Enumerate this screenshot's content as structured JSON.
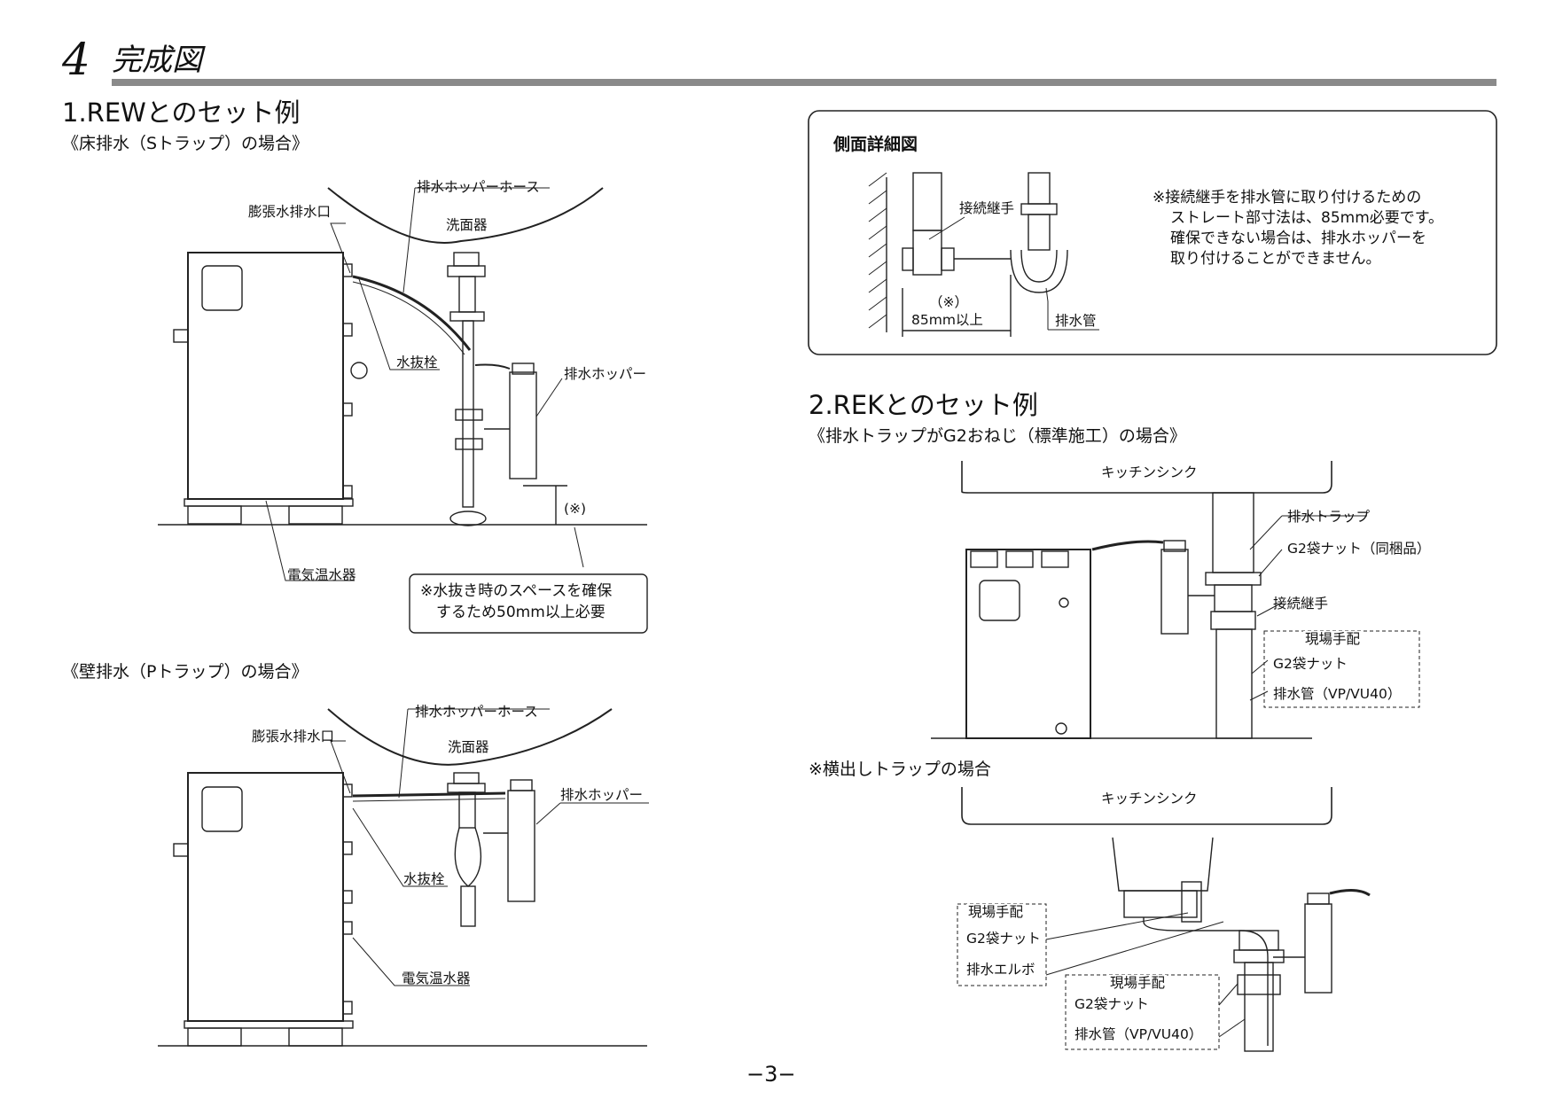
{
  "header": {
    "number": "4",
    "title": "完成図"
  },
  "section1": {
    "title": "1.REWとのセット例",
    "floor_case": "《床排水（Sトラップ）の場合》",
    "wall_case": "《壁排水（Pトラップ）の場合》",
    "labels": {
      "hose": "排水ホッパーホース",
      "expansion_outlet": "膨張水排水口",
      "basin": "洗面器",
      "drain_plug": "水抜栓",
      "hopper": "排水ホッパー",
      "heater": "電気温水器",
      "ref_mark": "(※)"
    },
    "floor_note": [
      "※水抜き時のスペースを確保",
      "するため50mm以上必要"
    ]
  },
  "side_detail": {
    "title": "側面詳細図",
    "joint": "接続継手",
    "ref_mark": "（※）",
    "dimension": "85mm以上",
    "pipe": "排水管",
    "note": [
      "※接続継手を排水管に取り付けるための",
      "ストレート部寸法は、85mm必要です。",
      "確保できない場合は、排水ホッパーを",
      "取り付けることができません。"
    ]
  },
  "section2": {
    "title": "2.REKとのセット例",
    "subtitle": "《排水トラップがG2おねじ（標準施工）の場合》",
    "sink": "キッチンシンク",
    "trap": "排水トラップ",
    "g2_nut_included": "G2袋ナット（同梱品）",
    "joint": "接続継手",
    "local_arrangement": "現場手配",
    "g2_nut": "G2袋ナット",
    "drain_pipe": "排水管（VP/VU40）",
    "side_trap_title": "※横出しトラップの場合",
    "side_sink": "キッチンシンク",
    "local_arrangement2": "現場手配",
    "g2_nut2": "G2袋ナット",
    "elbow": "排水エルボ",
    "local_arrangement3": "現場手配",
    "g2_nut3": "G2袋ナット",
    "drain_pipe2": "排水管（VP/VU40）"
  },
  "page_number": "−3−"
}
